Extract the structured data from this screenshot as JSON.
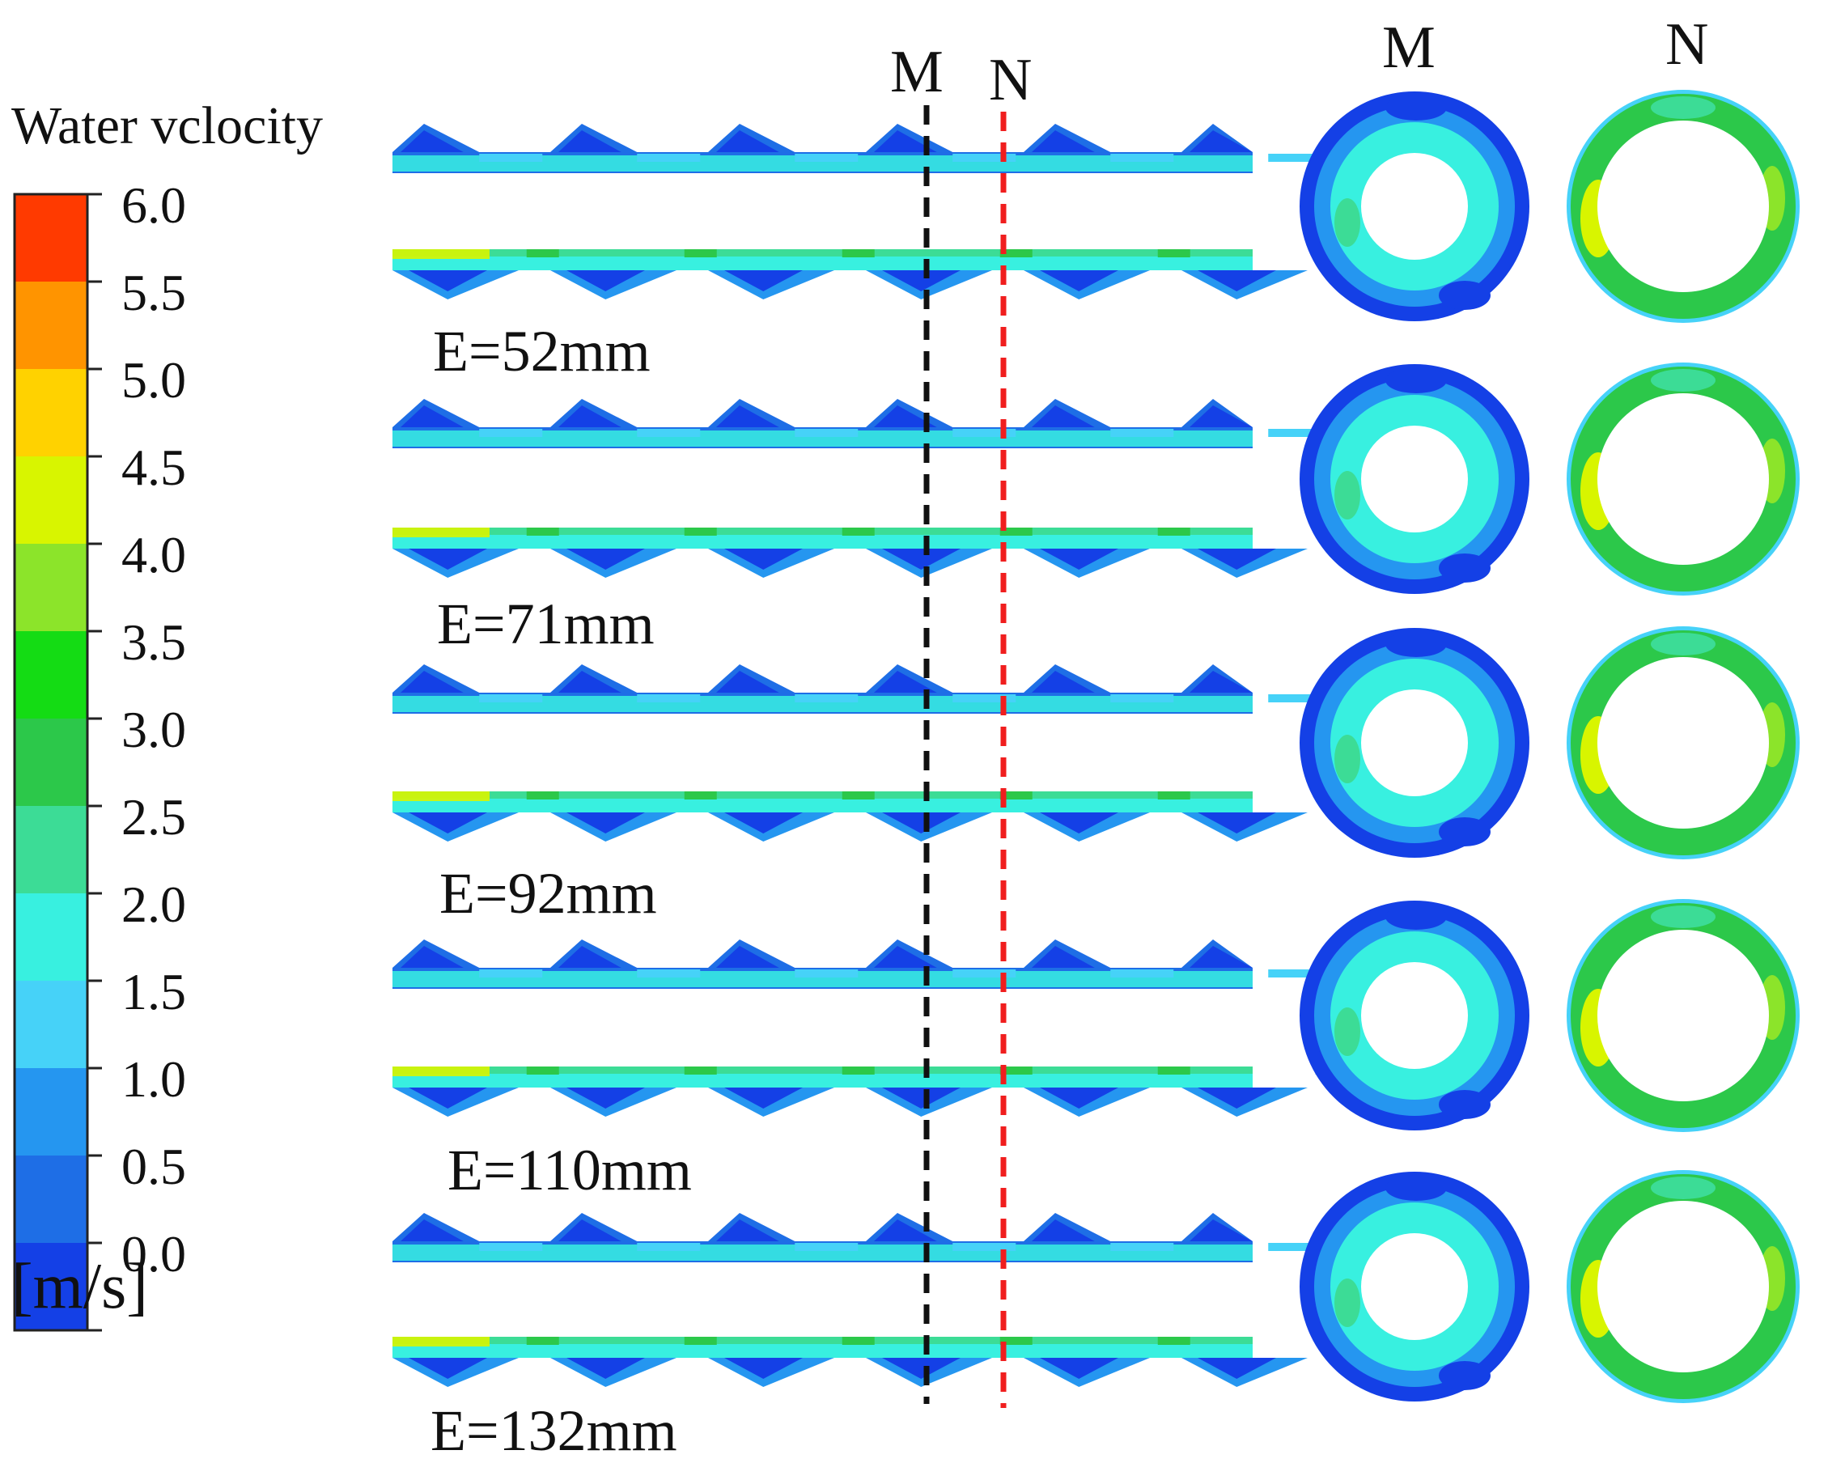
{
  "legend": {
    "title": "Water vclocity",
    "unit": "[m/s]",
    "ticks": [
      "6.0",
      "5.5",
      "5.0",
      "4.5",
      "4.0",
      "3.5",
      "3.0",
      "2.5",
      "2.0",
      "1.5",
      "1.0",
      "0.5",
      "0.0"
    ],
    "colors": [
      "#ff3a00",
      "#ff9400",
      "#ffd200",
      "#d8f500",
      "#8ce42a",
      "#14dc14",
      "#2cc84a",
      "#3cdc96",
      "#38f0e0",
      "#46d2f8",
      "#2596f0",
      "#1e6ee6",
      "#1440e6"
    ]
  },
  "sections": {
    "m": "M",
    "n": "N"
  },
  "cases": [
    {
      "label": "E=52mm"
    },
    {
      "label": "E=71mm"
    },
    {
      "label": "E=92mm"
    },
    {
      "label": "E=110mm"
    },
    {
      "label": "E=132mm"
    }
  ],
  "colors": {
    "line_m": "#111111",
    "line_n": "#f01e1e"
  }
}
